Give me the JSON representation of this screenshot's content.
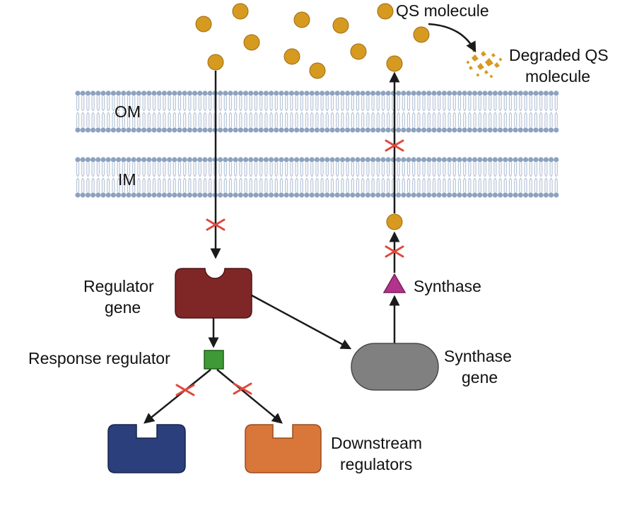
{
  "labels": {
    "qs_molecule": "QS molecule",
    "degraded_line1": "Degraded QS",
    "degraded_line2": "molecule",
    "outer_membrane": "OM",
    "inner_membrane": "IM",
    "regulator_line1": "Regulator",
    "regulator_line2": "gene",
    "response_regulator": "Response regulator",
    "synthase": "Synthase",
    "synthase_gene_line1": "Synthase",
    "synthase_gene_line2": "gene",
    "downstream_line1": "Downstream",
    "downstream_line2": "regulators"
  },
  "colors": {
    "qs_molecule": "#d69a20",
    "membrane_head": "#8ea2bf",
    "membrane_tail": "#b7c5d8",
    "regulator_gene": "#7f2727",
    "response_regulator": "#3f9a35",
    "synthase": "#b2338a",
    "synthase_gene": "#808080",
    "downstream_blue": "#2a3f7c",
    "downstream_orange": "#d9773a",
    "inhibition_mark": "#e0473c",
    "arrow": "#1a1a1a"
  },
  "icons": {
    "blocked": "red-x-icon",
    "qs_signal": "orange-circle-icon",
    "degraded": "fragmented-particles-icon",
    "synthase": "triangle-icon"
  }
}
